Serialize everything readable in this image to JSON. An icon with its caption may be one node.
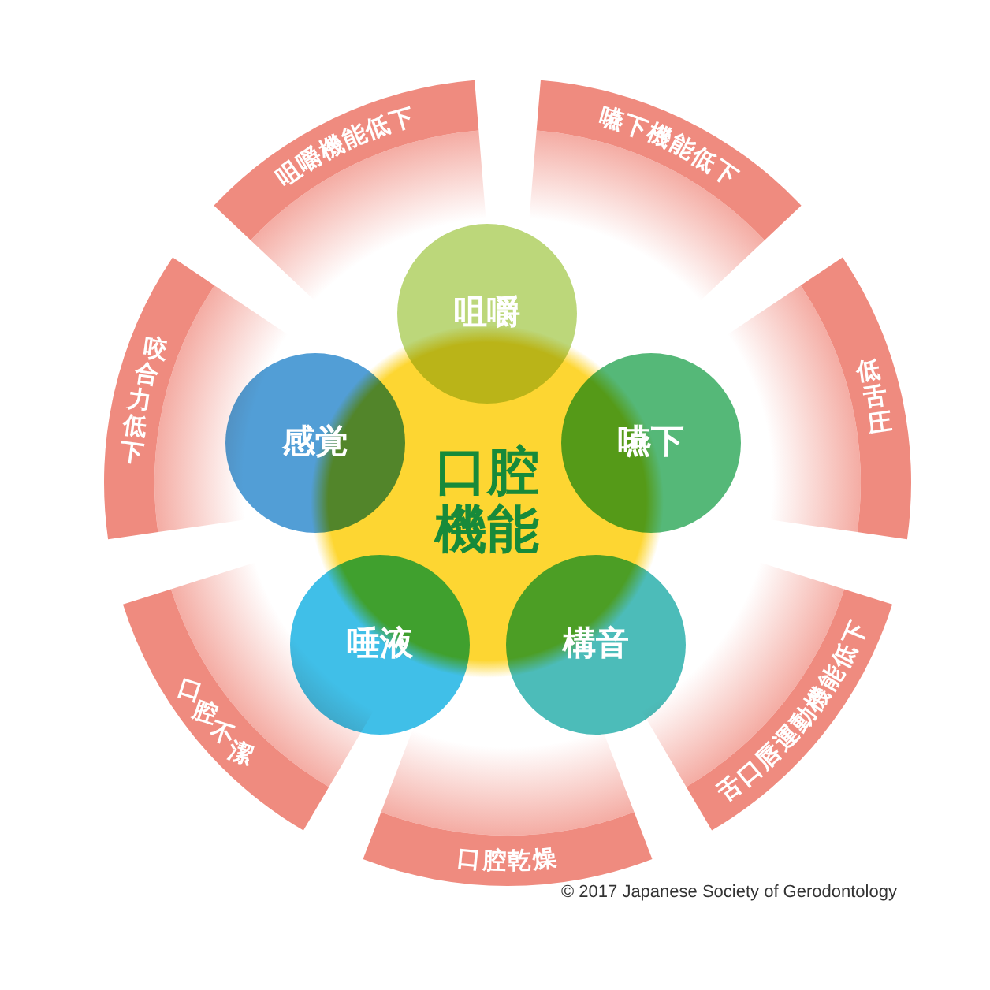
{
  "diagram": {
    "nodes": [
      {
        "text": [
          "口腔機能"
        ]
      },
      {
        "text": [
          "咀嚼"
        ]
      },
      {
        "text": [
          "嚥下"
        ]
      },
      {
        "text": [
          "構音"
        ]
      },
      {
        "text": [
          "唾液"
        ]
      },
      {
        "text": [
          "感覚"
        ]
      },
      {
        "text": [
          "咀嚼機能低下"
        ]
      },
      {
        "text": [
          "嚥下機能低下"
        ]
      },
      {
        "text": [
          "低舌圧"
        ]
      },
      {
        "text": [
          "舌口唇運動機能低下"
        ]
      },
      {
        "text": [
          "口腔乾燥"
        ]
      },
      {
        "text": [
          "口腔不潔"
        ]
      },
      {
        "text": [
          "咬合力低下"
        ]
      }
    ],
    "labels": [
      "© 2017 Japanese Society of Gerodontology"
    ]
  }
}
